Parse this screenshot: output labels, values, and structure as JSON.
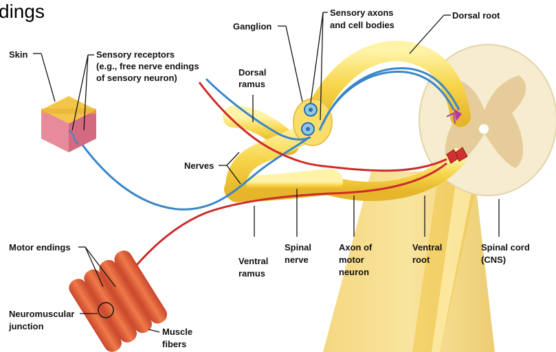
{
  "title_fragment": "dings",
  "labels": {
    "skin": "Skin",
    "sensory_receptors": [
      "Sensory receptors",
      "(e.g., free nerve endings",
      "of sensory neuron)"
    ],
    "ganglion": "Ganglion",
    "sensory_axons": [
      "Sensory axons",
      "and cell bodies"
    ],
    "dorsal_root": "Dorsal root",
    "dorsal_ramus": [
      "Dorsal",
      "ramus"
    ],
    "nerves": "Nerves",
    "motor_endings": "Motor endings",
    "ventral_ramus": [
      "Ventral",
      "ramus"
    ],
    "spinal_nerve": [
      "Spinal",
      "nerve"
    ],
    "axon_motor": [
      "Axon of",
      "motor",
      "neuron"
    ],
    "ventral_root": [
      "Ventral",
      "root"
    ],
    "spinal_cord": [
      "Spinal cord",
      "(CNS)"
    ],
    "nmj": [
      "Neuromuscular",
      "junction"
    ],
    "muscle_fibers": [
      "Muscle",
      "fibers"
    ]
  },
  "colors": {
    "nerve_yellow": "#f7d54a",
    "nerve_light": "#fde98a",
    "sensory_blue": "#3a86c8",
    "motor_red": "#cc2b2b",
    "cord_cream": "#f6ecd0",
    "grey_matter": "#e8cfa0",
    "muscle": "#e4673a"
  }
}
